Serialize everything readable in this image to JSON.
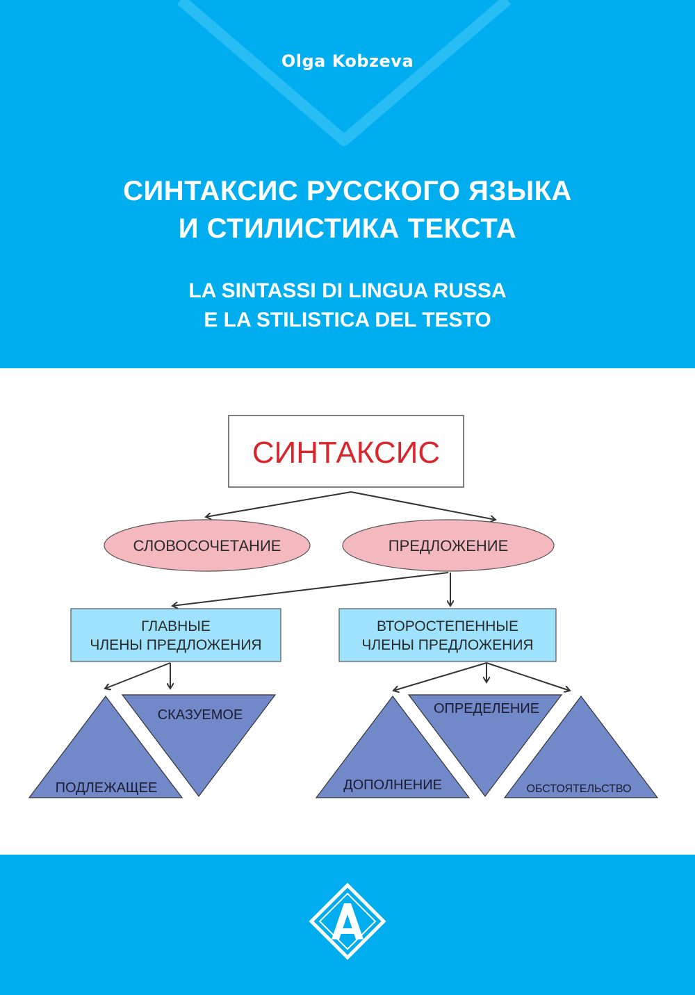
{
  "cover": {
    "author": "Olga Kobzeva",
    "title_ru_line1": "СИНТАКСИС РУССКОГО ЯЗЫКА",
    "title_ru_line2": "И СТИЛИСТИКА ТЕКСТА",
    "title_it_line1": "LA SINTASSI DI LINGUA RUSSA",
    "title_it_line2": "E LA STILISTICA DEL TESTO"
  },
  "diagram": {
    "root": "СИНТАКСИС",
    "ellipse_left": "СЛОВОСОЧЕТАНИЕ",
    "ellipse_right": "ПРЕДЛОЖЕНИЕ",
    "box_main_line1": "ГЛАВНЫЕ",
    "box_main_line2": "ЧЛЕНЫ ПРЕДЛОЖЕНИЯ",
    "box_secondary_line1": "ВТОРОСТЕПЕННЫЕ",
    "box_secondary_line2": "ЧЛЕНЫ ПРЕДЛОЖЕНИЯ",
    "tri_subject": "ПОДЛЕЖАЩЕЕ",
    "tri_predicate": "СКАЗУЕМОЕ",
    "tri_object": "ДОПОЛНЕНИЕ",
    "tri_attribute": "ОПРЕДЕЛЕНИЕ",
    "tri_adverbial": "ОБСТОЯТЕЛЬСТВО"
  },
  "colors": {
    "brand_blue": "#00adee",
    "root_text": "#d9262c",
    "ellipse_fill": "#f4b8bf",
    "box_fill": "#9ee3fb",
    "triangle_fill": "#7189c9"
  },
  "icons": {
    "publisher_logo": "publisher-logo-icon"
  }
}
